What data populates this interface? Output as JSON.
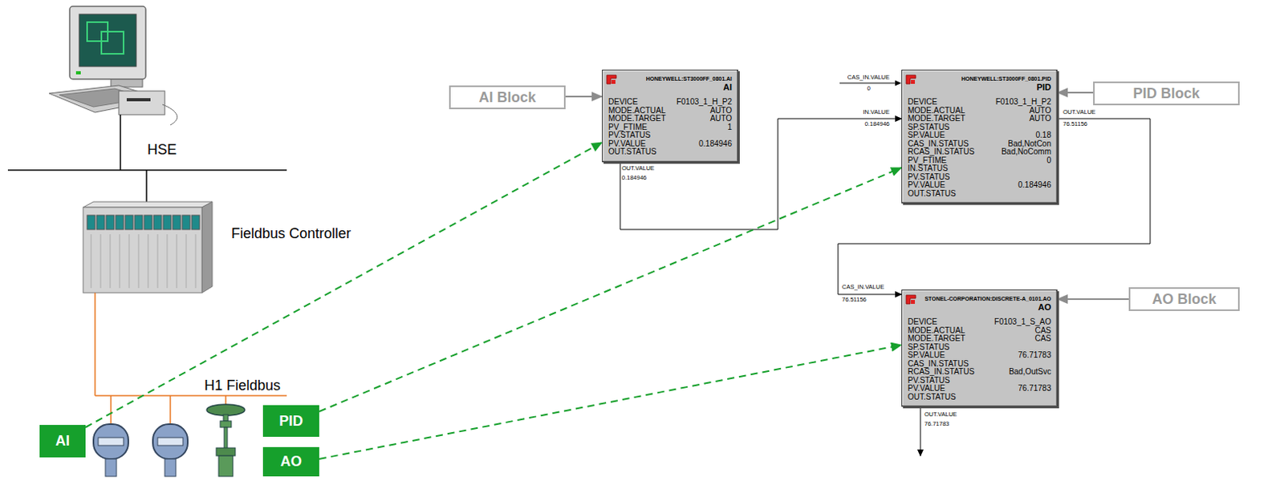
{
  "diagram": {
    "nodes": [
      {
        "text": [
          "AI Block"
        ]
      },
      {
        "text": [
          "HONEYWELL:ST3000FF_0801.AI",
          "AI",
          "DEVICE",
          "F0103_1_H_P2",
          "MODE.ACTUAL",
          "AUTO",
          "MODE.TARGET",
          "AUTO",
          "PV_FTIME",
          "1",
          "PV.STATUS",
          "PV.VALUE",
          "0.184946",
          "OUT.STATUS"
        ]
      },
      {
        "text": [
          "HONEYWELL:ST3000FF_0801.PID",
          "PID",
          "DEVICE",
          "F0103_1_H_P2",
          "MODE.ACTUAL",
          "AUTO",
          "MODE.TARGET",
          "AUTO",
          "SP.STATUS",
          "SP.VALUE",
          "0.18",
          "CAS_IN.STATUS",
          "Bad,NotCon",
          "RCAS_IN.STATUS",
          "Bad,NoComm",
          "PV_FTIME",
          "0",
          "IN.STATUS",
          "PV.STATUS",
          "PV.VALUE",
          "0.184946",
          "OUT.STATUS"
        ]
      },
      {
        "text": [
          "PID Block"
        ]
      },
      {
        "text": [
          "STONEL-CORPORATION:DISCRETE-A_0101.AO",
          "AO",
          "DEVICE",
          "F0103_1_S_AO",
          "MODE.ACTUAL",
          "CAS",
          "MODE.TARGET",
          "CAS",
          "SP.STATUS",
          "SP.VALUE",
          "76.71783",
          "CAS_IN.STATUS",
          "RCAS_IN.STATUS",
          "Bad,OutSvc",
          "PV.STATUS",
          "PV.VALUE",
          "76.71783",
          "OUT.STATUS"
        ]
      },
      {
        "text": [
          "AO Block"
        ]
      },
      {
        "text": [
          "AI"
        ]
      },
      {
        "text": [
          "PID"
        ]
      },
      {
        "text": [
          "AO"
        ]
      }
    ],
    "edges": [
      {
        "from": 0,
        "to": 1,
        "arrow": "to"
      },
      {
        "from": 3,
        "to": 2,
        "arrow": "to"
      },
      {
        "from": 5,
        "to": 4,
        "arrow": "to"
      },
      {
        "from": 1,
        "to": 2,
        "arrow": "to"
      },
      {
        "from": 2,
        "to": 4,
        "arrow": "to"
      },
      {
        "from": 6,
        "to": 1,
        "arrow": "to"
      },
      {
        "from": 7,
        "to": 2,
        "arrow": "to"
      },
      {
        "from": 8,
        "to": 4,
        "arrow": "to"
      }
    ],
    "labels": [
      "HSE",
      "Fieldbus Controller",
      "H1 Fieldbus",
      "OUT.VALUE",
      "0.184946",
      "CAS_IN.VALUE",
      "0",
      "IN.VALUE",
      "0.184946",
      "OUT.VALUE",
      "76.51156",
      "CAS_IN.VALUE",
      "76.51156",
      "OUT.VALUE",
      "76.71783"
    ]
  }
}
